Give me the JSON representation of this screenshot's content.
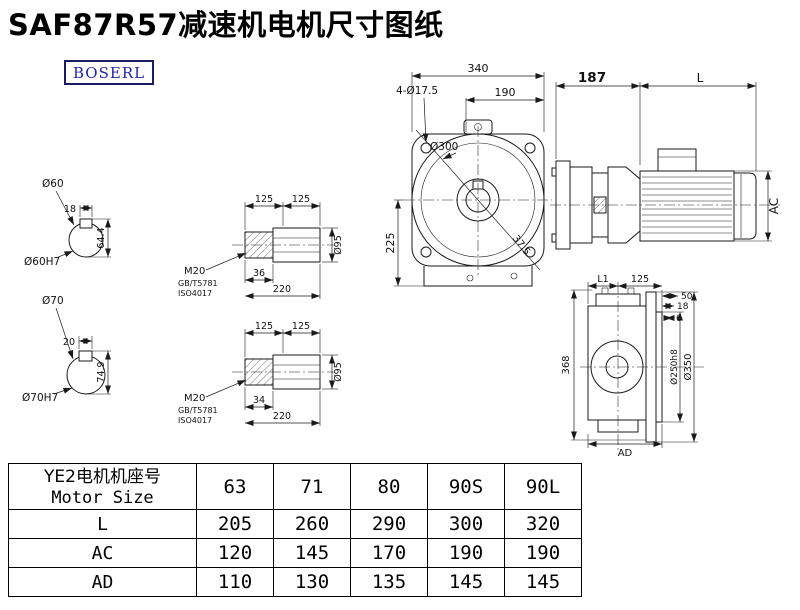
{
  "page": {
    "title": "SAF87R57减速机电机尺寸图纸",
    "logo": "BOSERL",
    "colors": {
      "logo_border": "#1b1b66",
      "logo_text": "#2424a8",
      "line": "#1a1a1a"
    }
  },
  "drawing": {
    "shaft_60": {
      "dia_label": "Ø60",
      "keyway_width": "18",
      "keyway_height": "64.4",
      "bore_fit": "Ø60H7"
    },
    "shaft_70": {
      "dia_label": "Ø70",
      "keyway_width": "20",
      "keyway_height": "74.9",
      "bore_fit": "Ø70H7"
    },
    "shaft_detail_top": {
      "len_a": "125",
      "len_b": "125",
      "thread": "M20",
      "std_line1": "GB/T5781",
      "std_line2": "ISO4017",
      "step_len": "36",
      "total_len": "220",
      "dia": "Ø95"
    },
    "shaft_detail_bottom": {
      "len_a": "125",
      "len_b": "125",
      "thread": "M20",
      "std_line1": "GB/T5781",
      "std_line2": "ISO4017",
      "step_len": "34",
      "total_len": "220",
      "dia": "Ø95"
    },
    "front_view": {
      "overall_width": "340",
      "inner_width": "190",
      "bolt_holes": "4-Ø17.5",
      "flange_dia": "Ø300",
      "center_height": "225",
      "angle": "37.5"
    },
    "side_view": {
      "gearbox_length": "187",
      "motor_length": "L",
      "motor_height": "AC"
    },
    "rear_view": {
      "l1": "L1",
      "len_125": "125",
      "d50": "50",
      "d18": "18",
      "d6": "6",
      "height": "368",
      "spigot_dia": "Ø250h8",
      "flange_dia": "Ø350",
      "width": "AD"
    }
  },
  "table": {
    "header": {
      "line1": "YE2电机机座号",
      "line2": "Motor Size",
      "cols": [
        "63",
        "71",
        "80",
        "90S",
        "90L"
      ]
    },
    "rows": [
      {
        "label": "L",
        "values": [
          "205",
          "260",
          "290",
          "300",
          "320"
        ]
      },
      {
        "label": "AC",
        "values": [
          "120",
          "145",
          "170",
          "190",
          "190"
        ]
      },
      {
        "label": "AD",
        "values": [
          "110",
          "130",
          "135",
          "145",
          "145"
        ]
      }
    ]
  }
}
